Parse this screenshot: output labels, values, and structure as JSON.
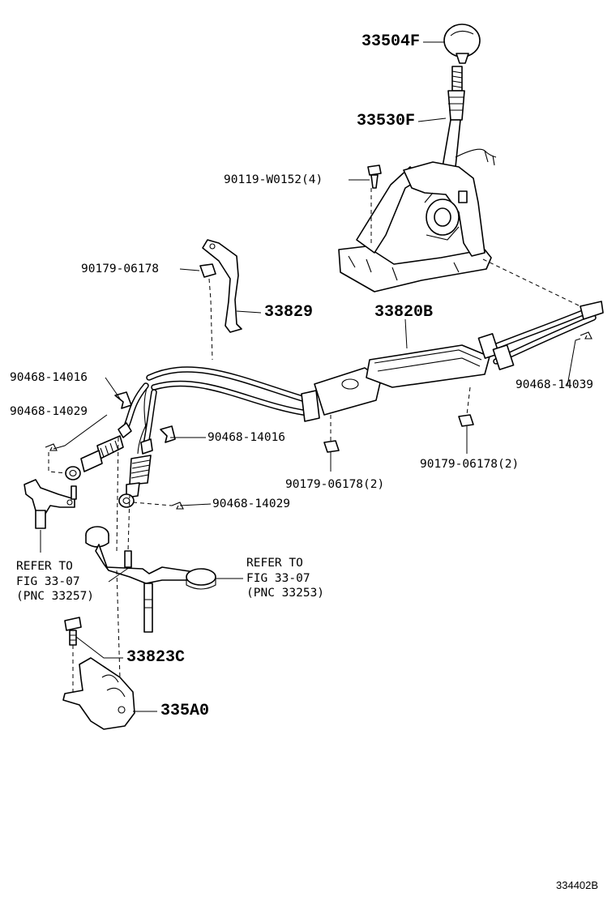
{
  "callouts": {
    "knob": "33504F",
    "lever": "33530F",
    "bolt_shifter": "90119-W0152(4)",
    "nut_bracket": "90179-06178",
    "bracket": "33829",
    "cable_assy": "33820B",
    "clip_right": "90468-14039",
    "clip_left_upper": "90468-14016",
    "clip_left_lower": "90468-14029",
    "clip_mid": "90468-14016",
    "clip_pin_mid": "90468-14029",
    "nut_mid": "90179-06178(2)",
    "nut_right": "90179-06178(2)",
    "bolt_lower": "33823C",
    "bracket_lower": "335A0"
  },
  "references": {
    "left": "REFER TO\nFIG 33-07\n(PNC 33257)",
    "right": "REFER TO\nFIG 33-07\n(PNC 33253)"
  },
  "diagram_code": "334402B"
}
